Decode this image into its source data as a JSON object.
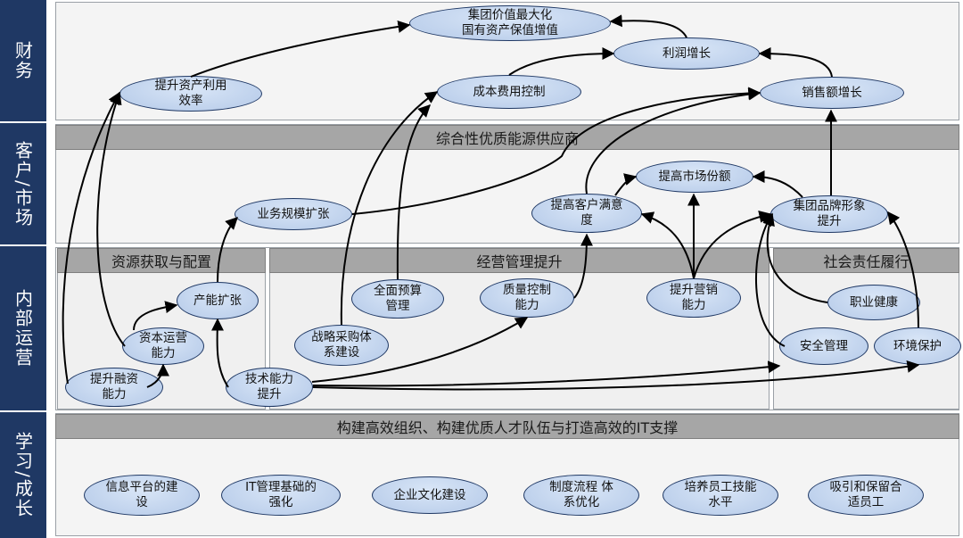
{
  "lanes": {
    "finance": "财务",
    "customer": "客户/市场",
    "internal": "内部运营",
    "learning": "学习/成长"
  },
  "bands": {
    "customer": "综合性优质能源供应商",
    "learning": "构建高效组织、构建优质人才队伍与打造高效的IT支撑"
  },
  "subpanels": {
    "resource": "资源获取与配置",
    "management": "经营管理提升",
    "social": "社会责任履行"
  },
  "nodes": {
    "group_value": "集团价值最大化\n国有资产保值增值",
    "profit": "利润增长",
    "asset_eff": "提升资产利用\n效率",
    "cost": "成本费用控制",
    "sales": "销售额增长",
    "market_share": "提高市场份额",
    "satisfaction": "提高客户满意\n度",
    "brand": "集团品牌形象\n提升",
    "scale": "业务规模扩张",
    "capacity": "产能扩张",
    "capital_op": "资本运营\n能力",
    "financing": "提升融资\n能力",
    "tech": "技术能力\n提升",
    "budget": "全面预算\n管理",
    "procurement": "战略采购体\n系建设",
    "quality": "质量控制\n能力",
    "marketing": "提升营销\n能力",
    "health": "职业健康",
    "safety": "安全管理",
    "environment": "环境保护",
    "info_platform": "信息平台的建\n设",
    "it_mgmt": "IT管理基础的\n强化",
    "culture": "企业文化建设",
    "process": "制度流程 体\n系优化",
    "training": "培养员工技能\n水平",
    "retention": "吸引和保留合\n适员工"
  }
}
